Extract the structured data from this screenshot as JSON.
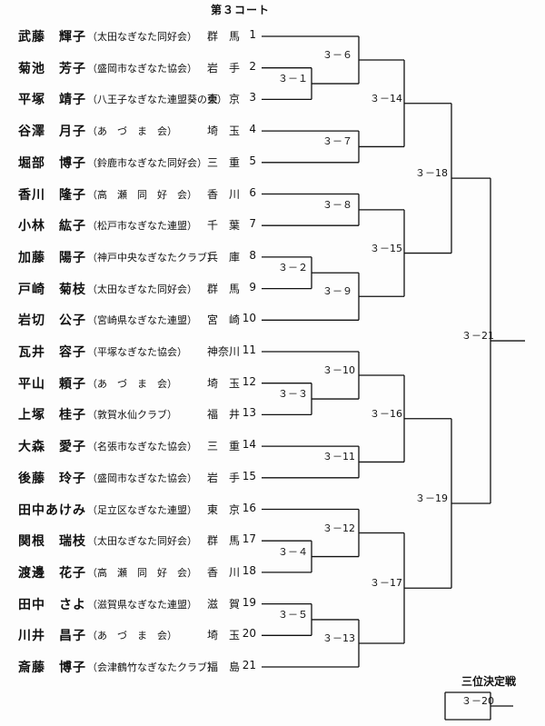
{
  "court_title": "第３コート",
  "third_place_title": "三位決定戦",
  "players": [
    {
      "seed": "1",
      "name": "武藤　輝子",
      "club": "（太田なぎなた同好会）",
      "pref": "群　馬"
    },
    {
      "seed": "2",
      "name": "菊池　芳子",
      "club": "（盛岡市なぎなた協会）",
      "pref": "岩　手"
    },
    {
      "seed": "3",
      "name": "平塚　靖子",
      "club": "（八王子なぎなた連盟葵の会）",
      "pref": "東　京"
    },
    {
      "seed": "4",
      "name": "谷澤　月子",
      "club": "（あ　づ　ま　会）",
      "pref": "埼　玉"
    },
    {
      "seed": "5",
      "name": "堀部　博子",
      "club": "（鈴鹿市なぎなた同好会）",
      "pref": "三　重"
    },
    {
      "seed": "6",
      "name": "香川　隆子",
      "club": "（高　瀬　同　好　会）",
      "pref": "香　川"
    },
    {
      "seed": "7",
      "name": "小林　紘子",
      "club": "（松戸市なぎなた連盟）",
      "pref": "千　葉"
    },
    {
      "seed": "8",
      "name": "加藤　陽子",
      "club": "（神戸中央なぎなたクラブ）",
      "pref": "兵　庫"
    },
    {
      "seed": "9",
      "name": "戸崎　菊枝",
      "club": "（太田なぎなた同好会）",
      "pref": "群　馬"
    },
    {
      "seed": "10",
      "name": "岩切　公子",
      "club": "（宮崎県なぎなた連盟）",
      "pref": "宮　崎"
    },
    {
      "seed": "11",
      "name": "瓦井　容子",
      "club": "（平塚なぎなた協会）",
      "pref": "神奈川"
    },
    {
      "seed": "12",
      "name": "平山　頼子",
      "club": "（あ　づ　ま　会）",
      "pref": "埼　玉"
    },
    {
      "seed": "13",
      "name": "上塚　桂子",
      "club": "（敦賀水仙クラブ）",
      "pref": "福　井"
    },
    {
      "seed": "14",
      "name": "大森　愛子",
      "club": "（名張市なぎなた協会）",
      "pref": "三　重"
    },
    {
      "seed": "15",
      "name": "後藤　玲子",
      "club": "（盛岡市なぎなた協会）",
      "pref": "岩　手"
    },
    {
      "seed": "16",
      "name": "田中あけみ",
      "club": "（足立区なぎなた連盟）",
      "pref": "東　京"
    },
    {
      "seed": "17",
      "name": "関根　瑞枝",
      "club": "（太田なぎなた同好会）",
      "pref": "群　馬"
    },
    {
      "seed": "18",
      "name": "渡邊　花子",
      "club": "（高　瀬　同　好　会）",
      "pref": "香　川"
    },
    {
      "seed": "19",
      "name": "田中　さよ",
      "club": "（滋賀県なぎなた連盟）",
      "pref": "滋　賀"
    },
    {
      "seed": "20",
      "name": "川井　昌子",
      "club": "（あ　づ　ま　会）",
      "pref": "埼　玉"
    },
    {
      "seed": "21",
      "name": "斎藤　博子",
      "club": "（会津鶴竹なぎなたクラブ）",
      "pref": "福　島"
    }
  ],
  "matches": [
    {
      "id": "m1",
      "label": "３－１"
    },
    {
      "id": "m2",
      "label": "３－２"
    },
    {
      "id": "m3",
      "label": "３－３"
    },
    {
      "id": "m4",
      "label": "３－４"
    },
    {
      "id": "m5",
      "label": "３－５"
    },
    {
      "id": "m6",
      "label": "３－６"
    },
    {
      "id": "m7",
      "label": "３－７"
    },
    {
      "id": "m8",
      "label": "３－８"
    },
    {
      "id": "m9",
      "label": "３－９"
    },
    {
      "id": "m10",
      "label": "３－10"
    },
    {
      "id": "m11",
      "label": "３－11"
    },
    {
      "id": "m12",
      "label": "３－12"
    },
    {
      "id": "m13",
      "label": "３－13"
    },
    {
      "id": "m14",
      "label": "３－14"
    },
    {
      "id": "m15",
      "label": "３－15"
    },
    {
      "id": "m16",
      "label": "３－16"
    },
    {
      "id": "m17",
      "label": "３－17"
    },
    {
      "id": "m18",
      "label": "３－18"
    },
    {
      "id": "m19",
      "label": "３－19"
    },
    {
      "id": "m20",
      "label": "３－20"
    },
    {
      "id": "m21",
      "label": "３－21"
    }
  ]
}
